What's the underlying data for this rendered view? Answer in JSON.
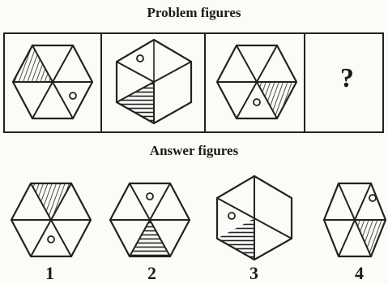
{
  "problem_title": "Problem figures",
  "answer_title": "Answer figures",
  "question_mark": "?",
  "answer_labels": [
    "1",
    "2",
    "3",
    "4"
  ]
}
